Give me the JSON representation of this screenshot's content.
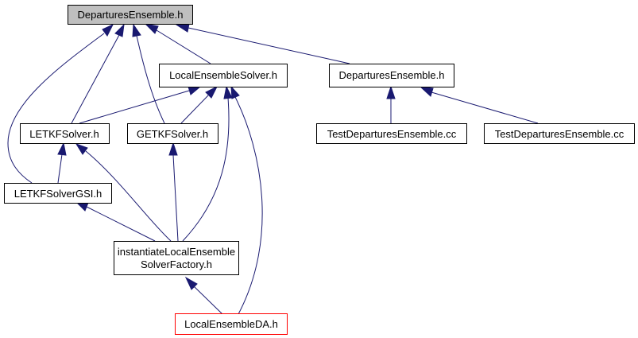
{
  "colors": {
    "edge": "#191970",
    "root_fill": "#bfbfbf",
    "highlight_border": "#ff0000"
  },
  "nodes": {
    "departures_ensemble_h_root": "DeparturesEnsemble.h",
    "local_ensemble_solver_h": "LocalEnsembleSolver.h",
    "departures_ensemble_h": "DeparturesEnsemble.h",
    "letkf_solver_h": "LETKFSolver.h",
    "getkf_solver_h": "GETKFSolver.h",
    "test_departures_ensemble_cc_1": "TestDeparturesEnsemble.cc",
    "test_departures_ensemble_cc_2": "TestDeparturesEnsemble.cc",
    "letkf_solver_gsi_h": "LETKFSolverGSI.h",
    "instantiate_factory_line1": "instantiateLocalEnsemble",
    "instantiate_factory_line2": "SolverFactory.h",
    "local_ensemble_da_h": "LocalEnsembleDA.h"
  }
}
